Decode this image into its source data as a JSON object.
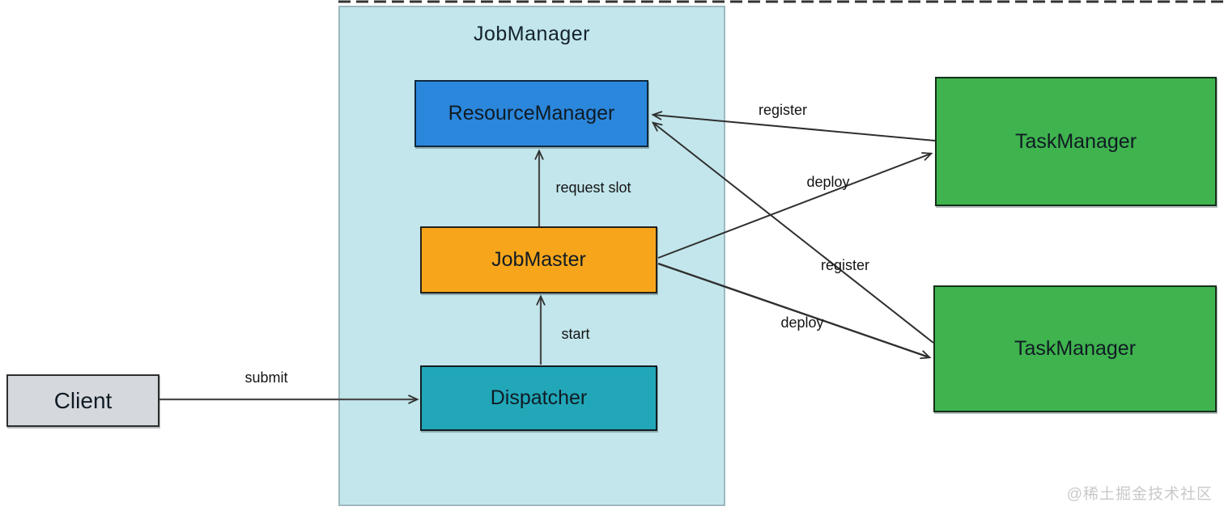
{
  "diagram": {
    "container": {
      "title": "JobManager"
    },
    "nodes": {
      "client": {
        "label": "Client"
      },
      "resource_manager": {
        "label": "ResourceManager"
      },
      "job_master": {
        "label": "JobMaster"
      },
      "dispatcher": {
        "label": "Dispatcher"
      },
      "task_manager_1": {
        "label": "TaskManager"
      },
      "task_manager_2": {
        "label": "TaskManager"
      }
    },
    "edges": {
      "submit": {
        "label": "submit",
        "from": "Client",
        "to": "Dispatcher"
      },
      "start": {
        "label": "start",
        "from": "Dispatcher",
        "to": "JobMaster"
      },
      "request_slot": {
        "label": "request slot",
        "from": "JobMaster",
        "to": "ResourceManager"
      },
      "register_1": {
        "label": "register",
        "from": "TaskManager",
        "to": "ResourceManager"
      },
      "deploy_1": {
        "label": "deploy",
        "from": "JobMaster",
        "to": "TaskManager"
      },
      "register_2": {
        "label": "register",
        "from": "TaskManager",
        "to": "ResourceManager"
      },
      "deploy_2": {
        "label": "deploy",
        "from": "JobMaster",
        "to": "TaskManager"
      }
    },
    "colors": {
      "container_fill": "#c2e6ec",
      "resource_manager_fill": "#2b87dc",
      "job_master_fill": "#f7a61b",
      "dispatcher_fill": "#21a7b8",
      "task_manager_fill": "#3fb34e",
      "client_fill": "#d5d9dd",
      "line": "#3a3a3a"
    },
    "watermark": "@稀土掘金技术社区"
  }
}
